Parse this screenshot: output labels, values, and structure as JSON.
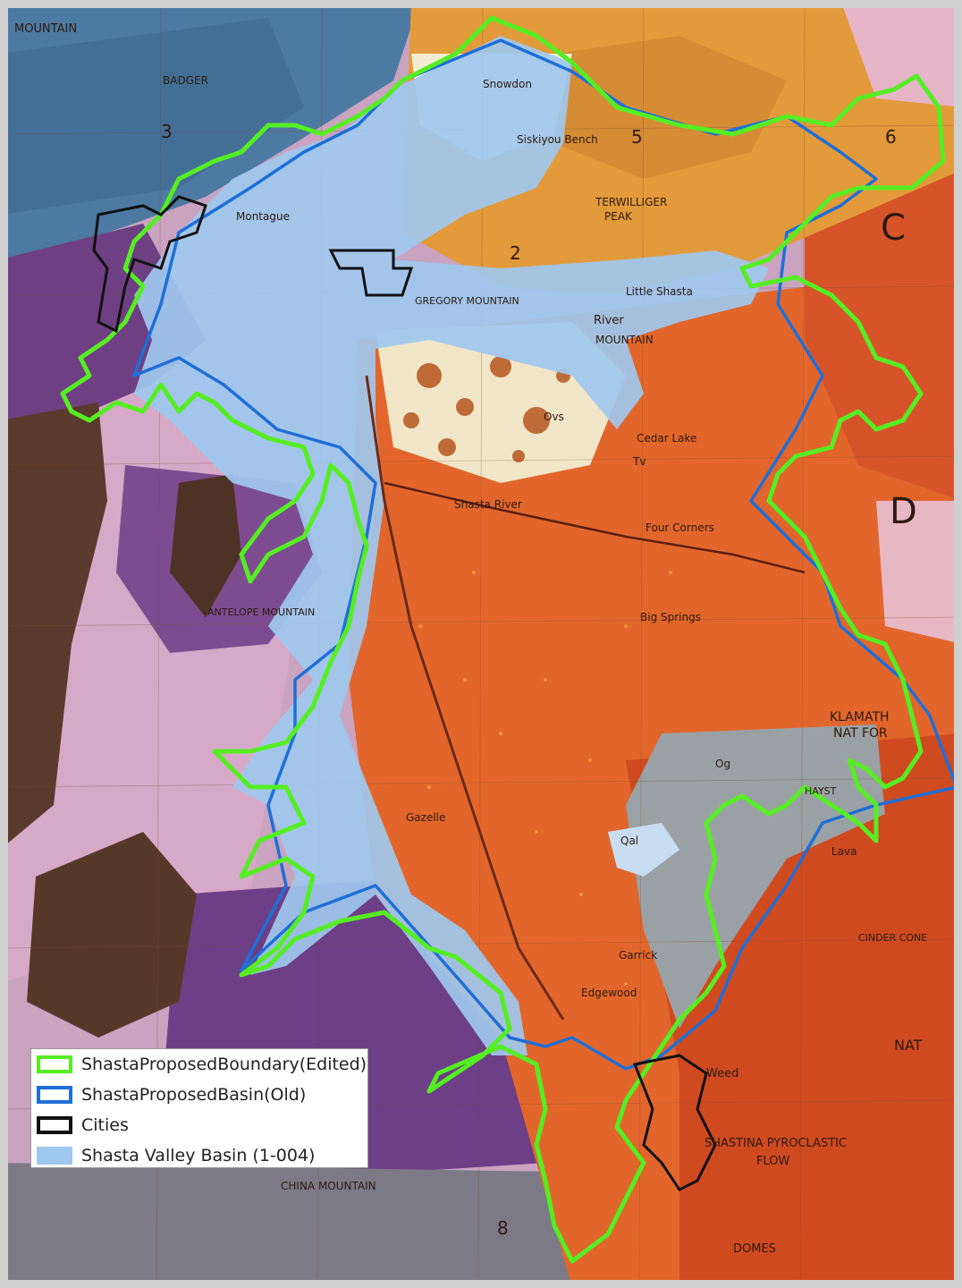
{
  "legend": {
    "items": [
      {
        "label": "ShastaProposedBoundary(Edited)",
        "style": "outline",
        "color": "#55ee22"
      },
      {
        "label": "ShastaProposedBasin(Old)",
        "style": "outline",
        "color": "#1e6fd8"
      },
      {
        "label": "Cities",
        "style": "outline",
        "color": "#111111"
      },
      {
        "label": "Shasta Valley Basin (1-004)",
        "style": "fill",
        "color": "#9fc8ee"
      }
    ]
  },
  "map_labels": {
    "mountain": "MOUNTAIN",
    "badger": "BADGER",
    "snowdon": "Snowdon",
    "siskiyou": "Siskiyou Bench",
    "terwilliger": "TERWILLIGER",
    "peak": "PEAK",
    "montague": "Montague",
    "gregory": "GREGORY MOUNTAIN",
    "little_shasta": "Little Shasta",
    "river": "River",
    "mountain2": "MOUNTAIN",
    "cedar_lake": "Cedar Lake",
    "four_corners": "Four Corners",
    "big_springs": "Big Springs",
    "antelope": "ANTELOPE MOUNTAIN",
    "shasta_river": "Shasta River",
    "klamath": "KLAMATH",
    "nat_for": "NAT FOR",
    "gazelle": "Gazelle",
    "weed": "Weed",
    "edgewood": "Edgewood",
    "garrick": "Garrick",
    "shastina": "SHASTINA PYROCLASTIC",
    "flow": "FLOW",
    "china": "CHINA MOUNTAIN",
    "domes": "DOMES",
    "nat": "NAT",
    "grid_2": "2",
    "grid_5": "5",
    "grid_6": "6",
    "grid_8": "8",
    "grid_c": "C",
    "grid_d": "D",
    "grid_3": "3",
    "ovs": "Ovs",
    "tv": "Tv",
    "og": "Og",
    "qal": "Qal",
    "hayst": "HAYST",
    "cinder": "CINDER CONE",
    "lava": "Lava"
  },
  "colors": {
    "orange": "#e0642a",
    "dark_orange": "#c84a1e",
    "yellow_orange": "#e8a03a",
    "purple": "#7a4a8c",
    "pink": "#d9a6c6",
    "brown": "#5a3a2a",
    "blue_gray": "#4f7ea8",
    "basin_blue": "#9fc8ee",
    "gray": "#9aa3a6",
    "cream": "#f4ead0"
  }
}
